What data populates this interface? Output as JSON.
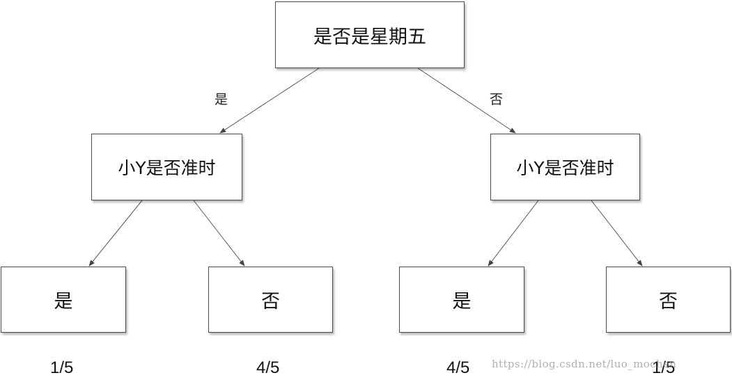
{
  "nodes": {
    "root": "是否是星期五",
    "left_mid": "小Y是否准时",
    "right_mid": "小Y是否准时",
    "leaf_1": "是",
    "leaf_2": "否",
    "leaf_3": "是",
    "leaf_4": "否"
  },
  "edge_labels": {
    "root_left": "是",
    "root_right": "否"
  },
  "probabilities": [
    "1/5",
    "4/5",
    "4/5",
    "1/5"
  ],
  "watermark": "https://blog.csdn.net/luo_mochen",
  "colors": {
    "line": "#555555",
    "border": "#4a4a4a"
  }
}
